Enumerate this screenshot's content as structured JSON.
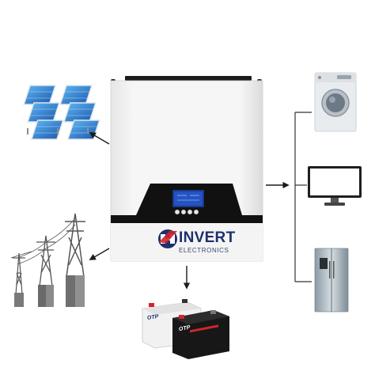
{
  "brand": {
    "name": "INVERT",
    "subtitle": "ELECTRONICS"
  },
  "battery": {
    "front_label": "OTP",
    "rear_label": "OTP"
  },
  "colors": {
    "inverter_body": "#f2f2f2",
    "inverter_band": "#111111",
    "brand_blue": "#1d2f6e",
    "brand_red": "#d3242a",
    "panel_blue": "#2f7fd0",
    "arrow": "#1a1a1a"
  },
  "components": {
    "solar_panels": "solar-panel-icon",
    "power_grid": "power-tower-icon",
    "battery": "battery-icon",
    "washing_machine": "washing-machine-icon",
    "monitor": "monitor-icon",
    "refrigerator": "refrigerator-icon",
    "inverter": "inverter-icon"
  }
}
